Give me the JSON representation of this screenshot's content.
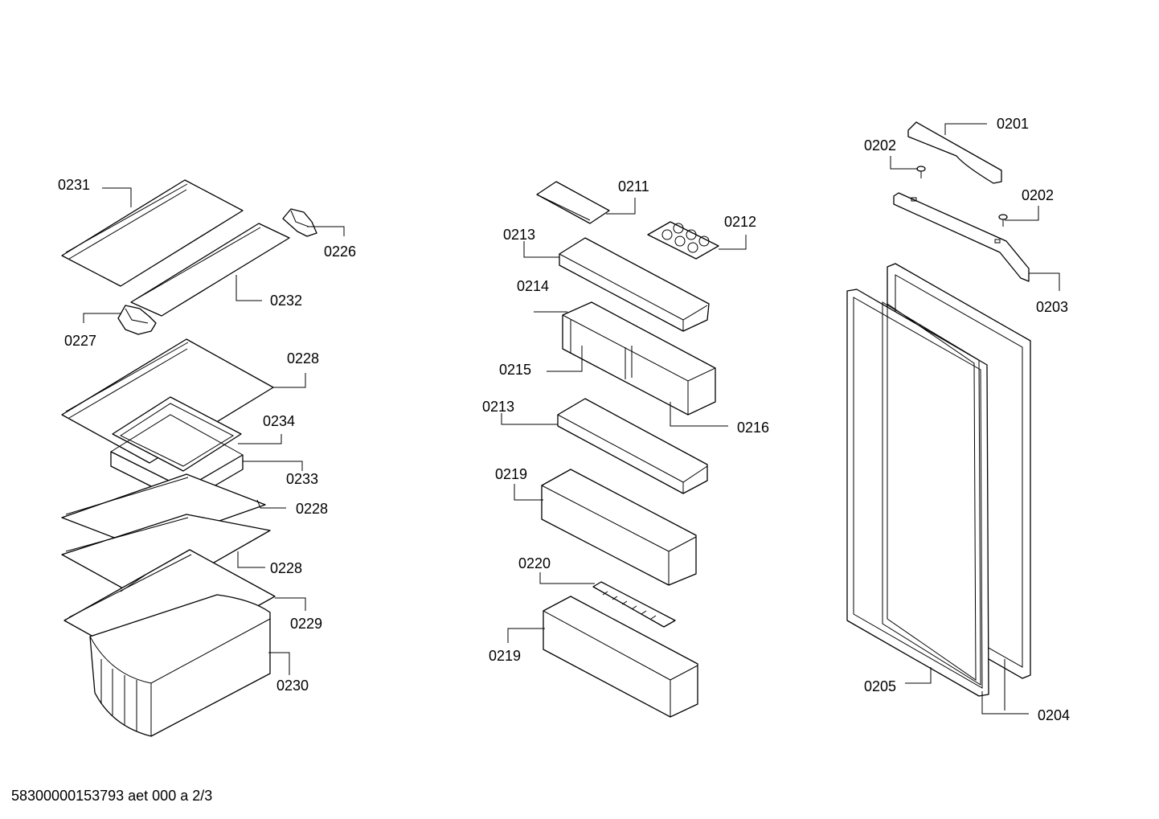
{
  "labels": {
    "p0231": "0231",
    "p0226": "0226",
    "p0232": "0232",
    "p0227": "0227",
    "p0228a": "0228",
    "p0234": "0234",
    "p0233": "0233",
    "p0228b": "0228",
    "p0228c": "0228",
    "p0229": "0229",
    "p0230": "0230",
    "p0211": "0211",
    "p0212": "0212",
    "p0213a": "0213",
    "p0214": "0214",
    "p0215": "0215",
    "p0216": "0216",
    "p0213b": "0213",
    "p0219a": "0219",
    "p0220": "0220",
    "p0219b": "0219",
    "p0201": "0201",
    "p0202a": "0202",
    "p0202b": "0202",
    "p0203": "0203",
    "p0205": "0205",
    "p0204": "0204"
  },
  "footer": "58300000153793 aet 000 a 2/3"
}
